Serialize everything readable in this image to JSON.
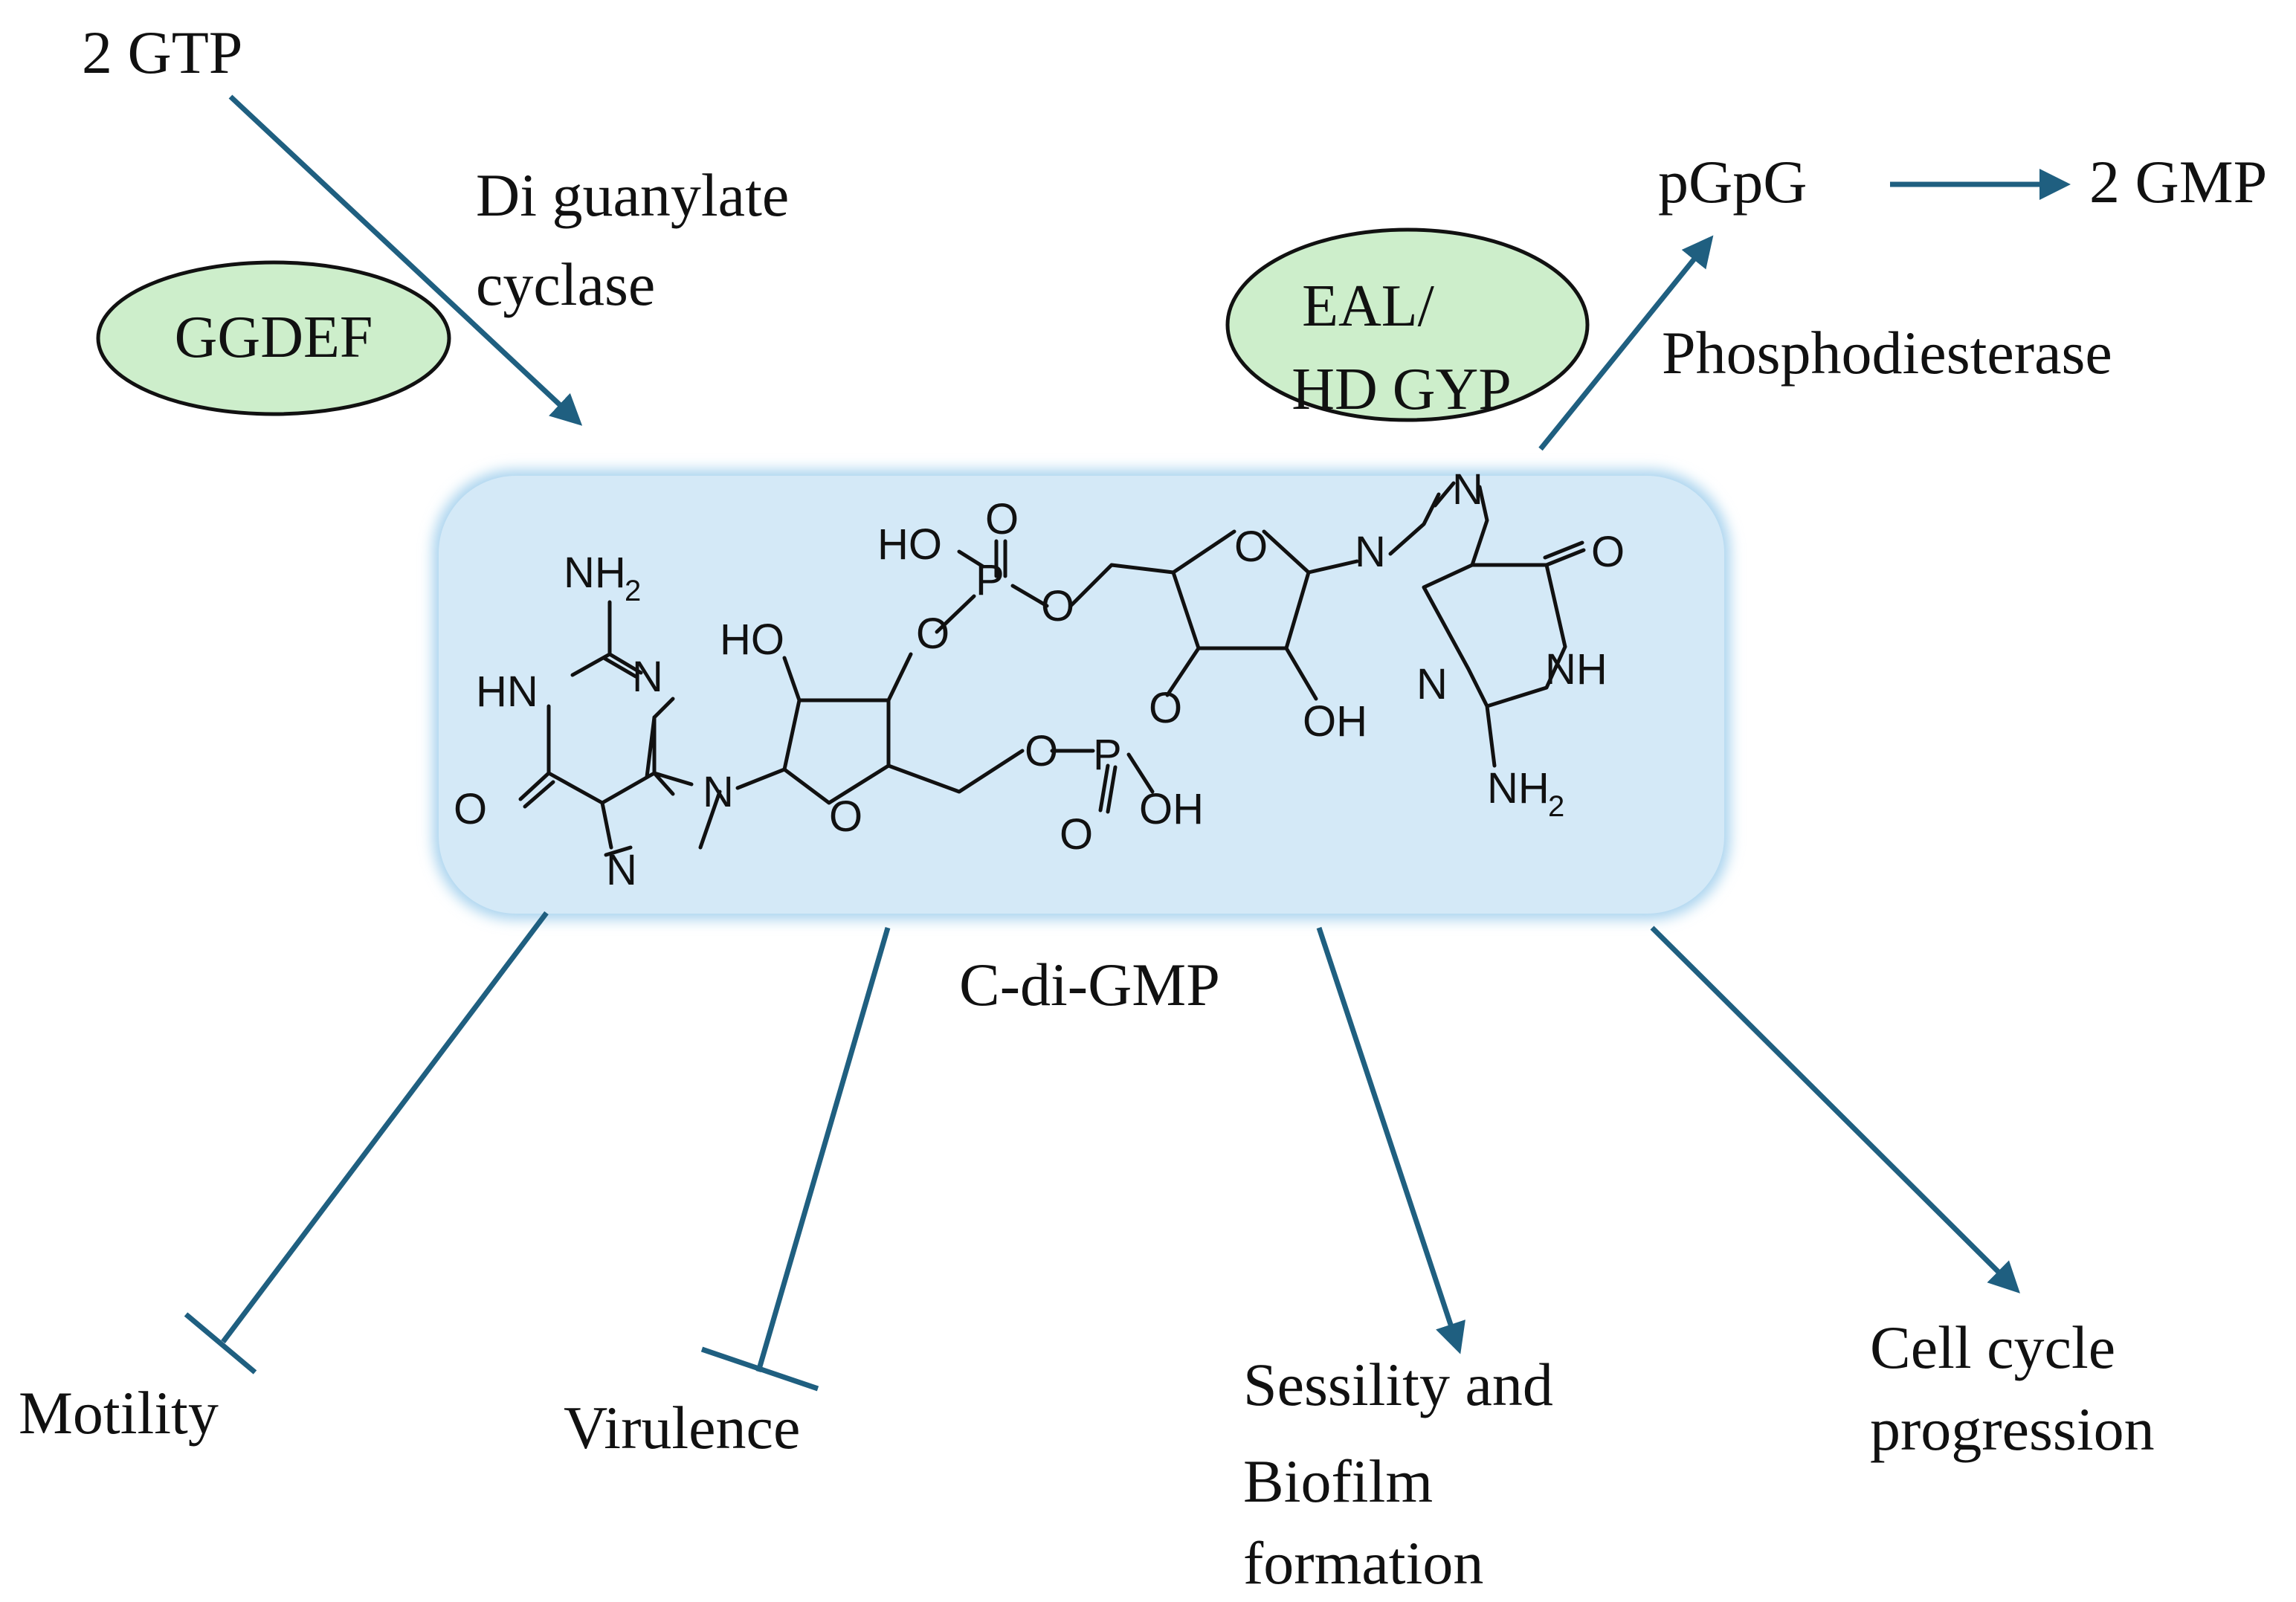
{
  "colors": {
    "arrow": "#1f5f80",
    "enzyme_fill": "#cdeecb",
    "enzyme_stroke": "#111111",
    "molecule_box_fill": "#d4e9f7",
    "molecule_box_glow": "#a9d3ee"
  },
  "labels": {
    "substrate": "2 GTP",
    "cyclase_line1": "Di guanylate",
    "cyclase_line2": "cyclase",
    "ggdef": "GGDEF",
    "eal_line1": "EAL/",
    "eal_line2": "HD GYP",
    "pgpg": "pGpG",
    "gmp": "2 GMP",
    "phosphodiesterase": "Phosphodiesterase",
    "molecule": "C-di-GMP",
    "motility": "Motility",
    "virulence": "Virulence",
    "sessility_line1": "Sessility and",
    "sessility_line2": "Biofilm",
    "sessility_line3": "formation",
    "cellcycle_line1": "Cell cycle",
    "cellcycle_line2": "progression"
  },
  "atoms": {
    "n": "N",
    "o": "O",
    "p": "P",
    "nh": "NH",
    "hn": "HN",
    "ho": "HO",
    "oh": "OH",
    "nh2": "NH",
    "sub2": "2"
  }
}
